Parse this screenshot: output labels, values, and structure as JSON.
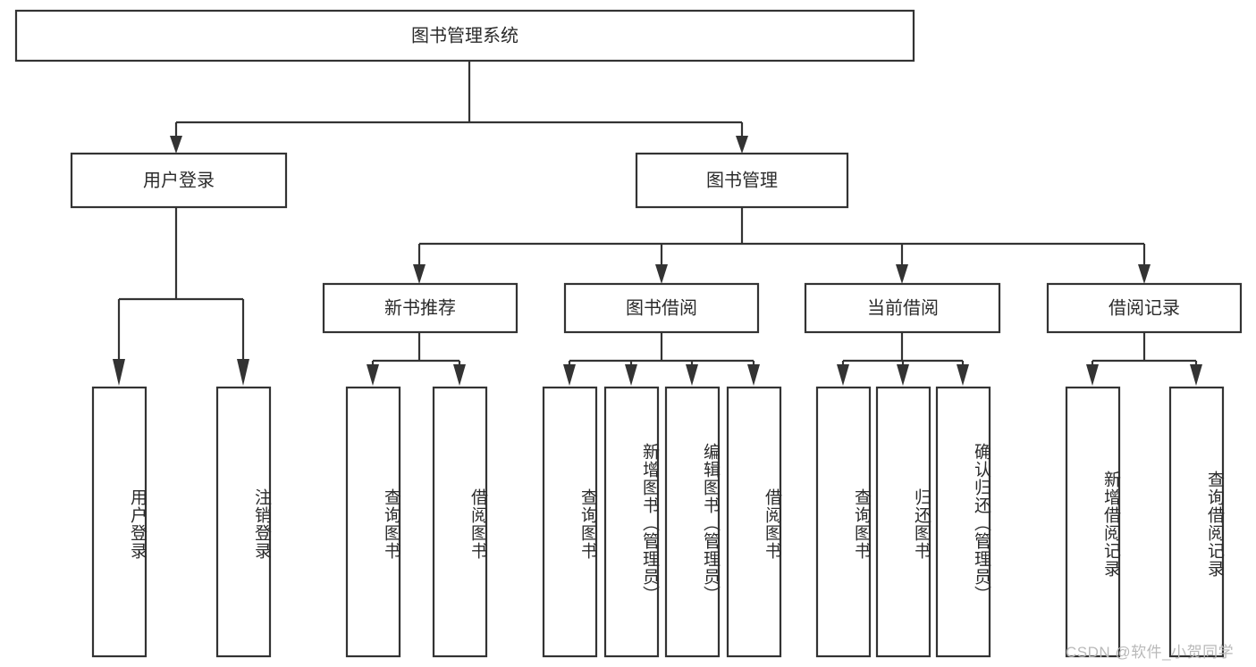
{
  "diagram": {
    "title": "图书管理系统",
    "type": "tree-hierarchy-chart",
    "colors": {
      "box_stroke": "#333333",
      "box_fill": "#ffffff",
      "text": "#2b2b2b",
      "background": "#ffffff",
      "watermark": "#b9b9b9"
    },
    "root": {
      "label": "图书管理系统"
    },
    "level1": [
      {
        "label": "用户登录"
      },
      {
        "label": "图书管理"
      }
    ],
    "level2": [
      {
        "label": "新书推荐"
      },
      {
        "label": "图书借阅"
      },
      {
        "label": "当前借阅"
      },
      {
        "label": "借阅记录"
      }
    ],
    "leaves": {
      "user_login": [
        {
          "label": "用户登录"
        },
        {
          "label": "注销登录"
        }
      ],
      "new_book_recommend": [
        {
          "label": "查询图书"
        },
        {
          "label": "借阅图书"
        }
      ],
      "book_borrow": [
        {
          "label": "查询图书"
        },
        {
          "label": "新增图书（管理员）"
        },
        {
          "label": "编辑图书（管理员）"
        },
        {
          "label": "借阅图书"
        }
      ],
      "current_borrow": [
        {
          "label": "查询图书"
        },
        {
          "label": "归还图书"
        },
        {
          "label": "确认归还（管理员）"
        }
      ],
      "borrow_record": [
        {
          "label": "新增借阅记录"
        },
        {
          "label": "查询借阅记录"
        }
      ]
    },
    "watermark": "CSDN @软件_小贺同学"
  }
}
